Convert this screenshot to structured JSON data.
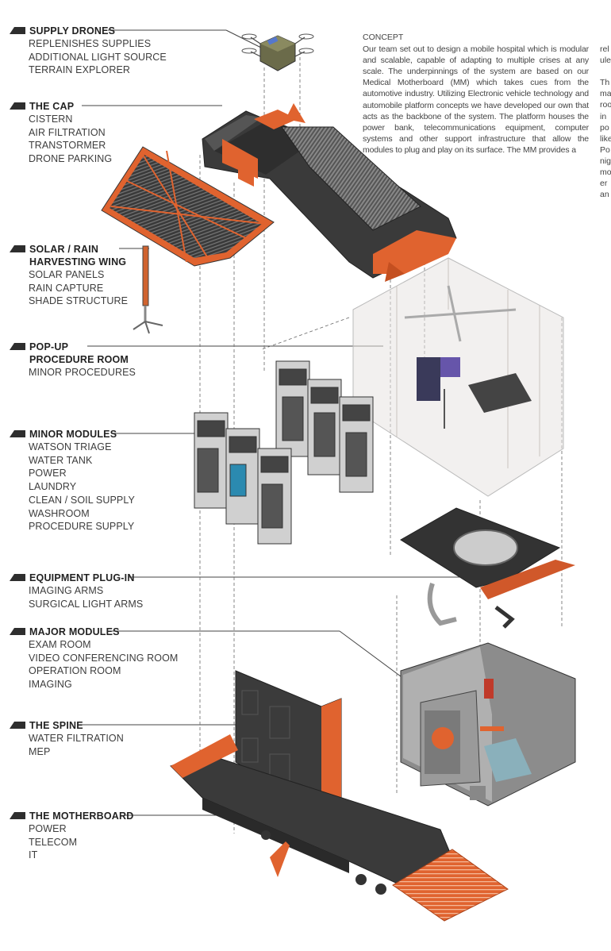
{
  "labels": [
    {
      "title": [
        "SUPPLY DRONES"
      ],
      "items": [
        "REPLENISHES SUPPLIES",
        "ADDITIONAL LIGHT SOURCE",
        "TERRAIN EXPLORER"
      ]
    },
    {
      "title": [
        "THE CAP"
      ],
      "items": [
        "CISTERN",
        "AIR FILTRATION",
        "TRANSTORMER",
        "DRONE PARKING"
      ]
    },
    {
      "title": [
        "SOLAR / RAIN",
        "HARVESTING WING"
      ],
      "items": [
        "SOLAR PANELS",
        "RAIN CAPTURE",
        "SHADE STRUCTURE"
      ]
    },
    {
      "title": [
        "POP-UP",
        "PROCEDURE ROOM"
      ],
      "items": [
        "MINOR PROCEDURES"
      ]
    },
    {
      "title": [
        "MINOR MODULES"
      ],
      "items": [
        "WATSON TRIAGE",
        "WATER TANK",
        "POWER",
        "LAUNDRY",
        "CLEAN / SOIL SUPPLY",
        "WASHROOM",
        "PROCEDURE SUPPLY"
      ]
    },
    {
      "title": [
        "EQUIPMENT PLUG-IN"
      ],
      "items": [
        "IMAGING ARMS",
        "SURGICAL LIGHT ARMS"
      ]
    },
    {
      "title": [
        "MAJOR MODULES"
      ],
      "items": [
        "EXAM ROOM",
        "VIDEO CONFERENCING ROOM",
        "OPERATION ROOM",
        "IMAGING"
      ]
    },
    {
      "title": [
        "THE SPINE"
      ],
      "items": [
        "WATER FILTRATION",
        "MEP"
      ]
    },
    {
      "title": [
        "THE MOTHERBOARD"
      ],
      "items": [
        "POWER",
        "TELECOM",
        "IT"
      ]
    }
  ],
  "concept": {
    "heading": "CONCEPT",
    "body": "Our team set out to design a mobile hospital which is modular and scalable, capable of adapting to multiple crises at any scale. The underpinnings of the system are based on our Medical Motherboard (MM) which takes cues from the automotive industry. Utilizing Electronic vehicle technology and automobile platform concepts we have developed our own that acts as the backbone of the system. The platform houses the power bank, telecommunications equipment, computer systems and other support infrastructure that allow the modules to plug and play on its surface. The MM provides a"
  },
  "concept_col2": [
    "rel",
    "ule",
    "",
    "Th",
    "ma",
    "roo",
    "in",
    "po",
    "like",
    "Po",
    "nig",
    "mo",
    "er",
    "an"
  ],
  "colors": {
    "accent_orange": "#e0632f",
    "dark_panel": "#3b3b3b",
    "label_text": "#3d3d3d"
  }
}
